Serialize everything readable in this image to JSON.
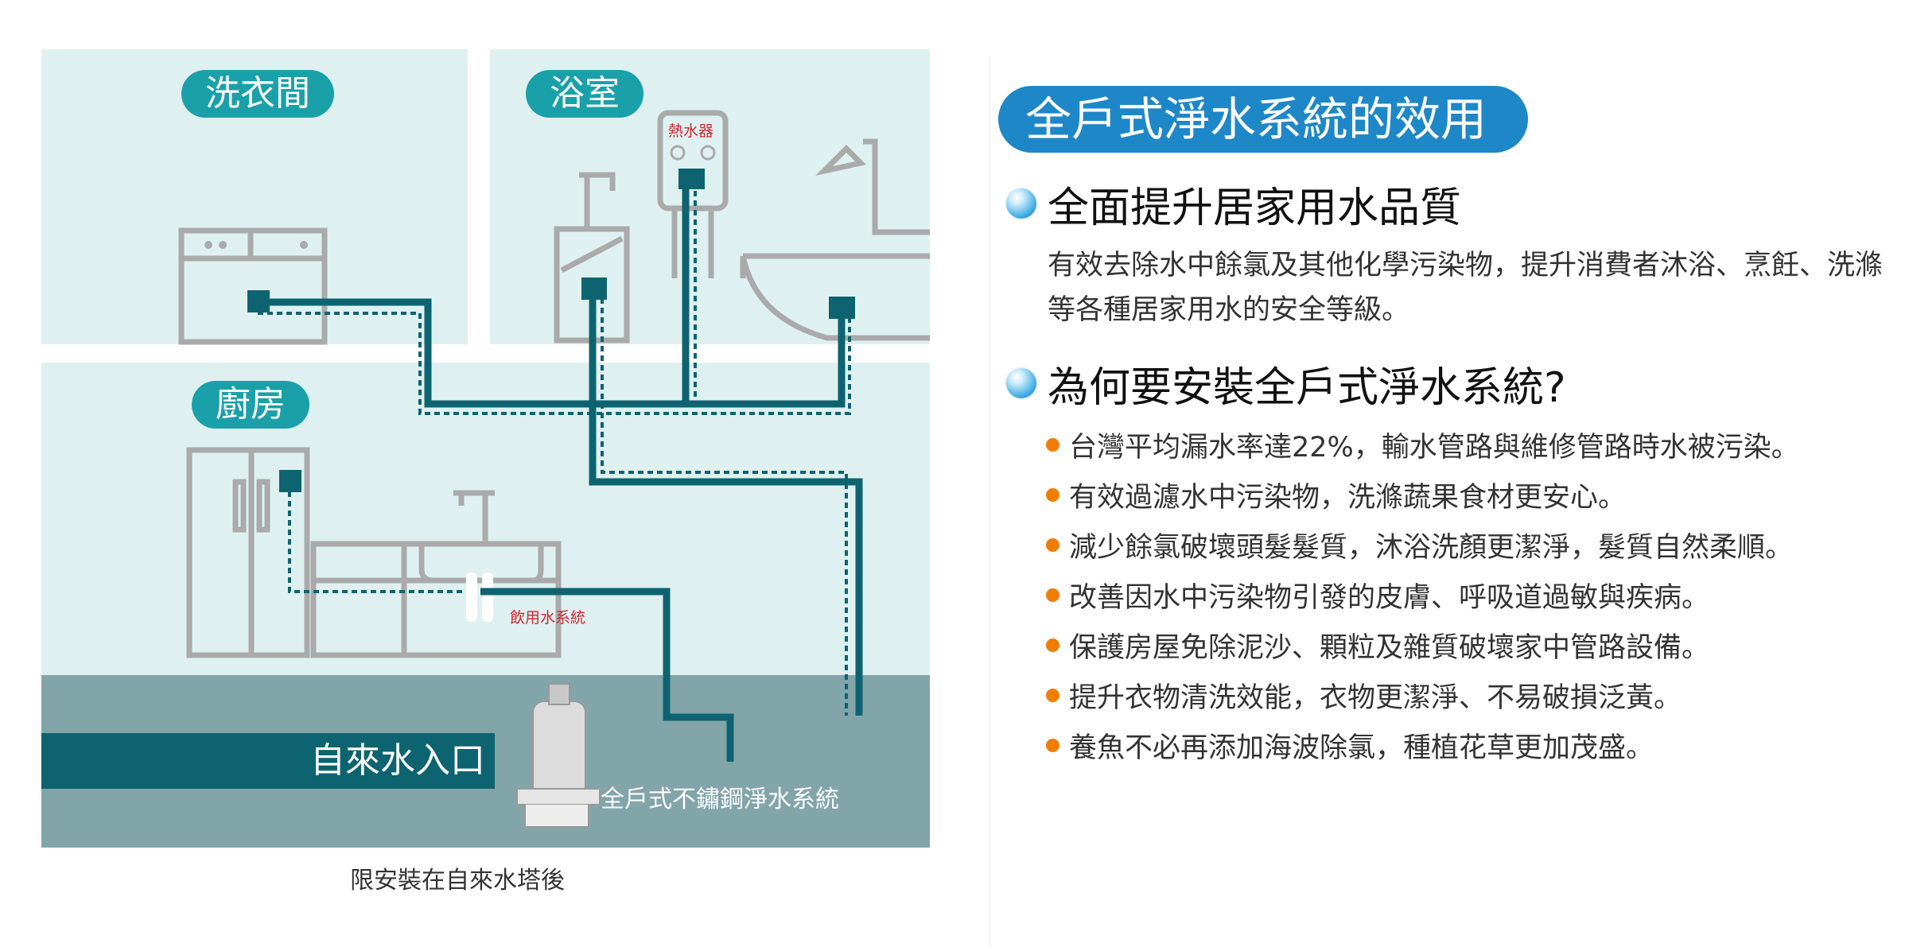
{
  "diagram": {
    "rooms": {
      "laundry": "洗衣間",
      "bathroom": "浴室",
      "kitchen": "廚房"
    },
    "water_heater_label": "熱水器",
    "drinking_system_label": "飲用水系統",
    "inlet_label": "自來水入口",
    "whole_house_system_label": "全戶式不鏽鋼淨水系統",
    "caption": "限安裝在自來水塔後",
    "colors": {
      "room_bg": "#def1f0",
      "basement": "#82a5aa",
      "pipe": "#0d6470",
      "tag": "#1aa0a8",
      "appliance": "#aaaaaa"
    }
  },
  "panel": {
    "title": "全戶式淨水系統的效用",
    "section1": {
      "heading": "全面提升居家用水品質",
      "body": "有效去除水中餘氯及其他化學污染物，提升消費者沐浴、烹飪、洗滌等各種居家用水的安全等級。"
    },
    "section2": {
      "heading": "為何要安裝全戶式淨水系統?",
      "bullets": [
        "台灣平均漏水率達22%，輸水管路與維修管路時水被污染。",
        "有效過濾水中污染物，洗滌蔬果食材更安心。",
        "減少餘氯破壞頭髮髮質，沐浴洗顏更潔淨，髮質自然柔順。",
        "改善因水中污染物引發的皮膚、呼吸道過敏與疾病。",
        "保護房屋免除泥沙、顆粒及雜質破壞家中管路設備。",
        "提升衣物清洗效能，衣物更潔淨、不易破損泛黃。",
        "養魚不必再添加海波除氯，種植花草更加茂盛。"
      ]
    },
    "colors": {
      "title_bg": "#1e87c8",
      "bullet": "#f07d00"
    }
  }
}
